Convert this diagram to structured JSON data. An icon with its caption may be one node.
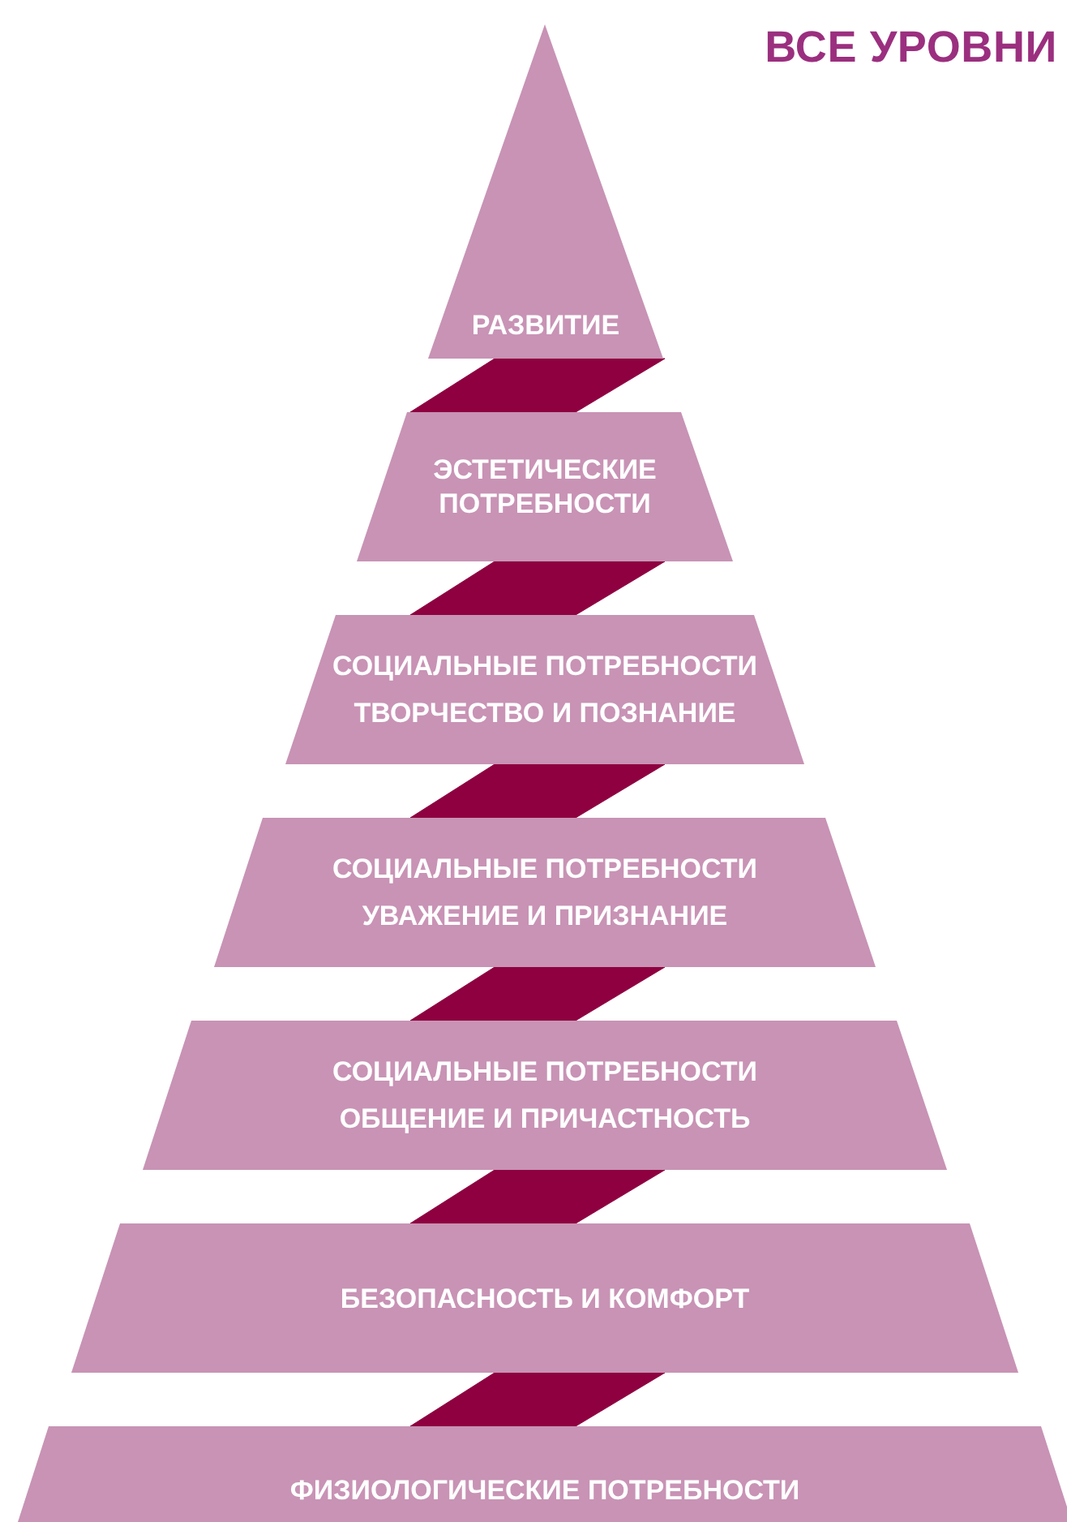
{
  "diagram": {
    "title": "ВСЕ УРОВНИ",
    "nodes": [
      {
        "text": [
          "РАЗВИТИЕ"
        ]
      },
      {
        "text": [
          "ЭСТЕТИЧЕСКИЕ ПОТРЕБНОСТИ"
        ]
      },
      {
        "text": [
          "СОЦИАЛЬНЫЕ ПОТРЕБНОСТИ",
          "ТВОРЧЕСТВО И ПОЗНАНИЕ"
        ]
      },
      {
        "text": [
          "СОЦИАЛЬНЫЕ ПОТРЕБНОСТИ",
          "УВАЖЕНИЕ И ПРИЗНАНИЕ"
        ]
      },
      {
        "text": [
          "СОЦИАЛЬНЫЕ ПОТРЕБНОСТИ",
          "ОБЩЕНИЕ И ПРИЧАСТНОСТЬ"
        ]
      },
      {
        "text": [
          "БЕЗОПАСНОСТЬ И КОМФОРТ"
        ]
      },
      {
        "text": [
          "ФИЗИОЛОГИЧЕСКИЕ ПОТРЕБНОСТИ"
        ]
      }
    ],
    "edges": [
      {
        "from": 0,
        "to": 1,
        "arrow": "none",
        "style": "thick",
        "color": "#8e0040"
      },
      {
        "from": 1,
        "to": 2,
        "arrow": "none",
        "style": "thick",
        "color": "#8e0040"
      },
      {
        "from": 2,
        "to": 3,
        "arrow": "none",
        "style": "thick",
        "color": "#8e0040"
      },
      {
        "from": 3,
        "to": 4,
        "arrow": "none",
        "style": "thick",
        "color": "#8e0040"
      },
      {
        "from": 4,
        "to": 5,
        "arrow": "none",
        "style": "thick",
        "color": "#8e0040"
      },
      {
        "from": 5,
        "to": 6,
        "arrow": "none",
        "style": "thick",
        "color": "#8e0040"
      }
    ]
  }
}
